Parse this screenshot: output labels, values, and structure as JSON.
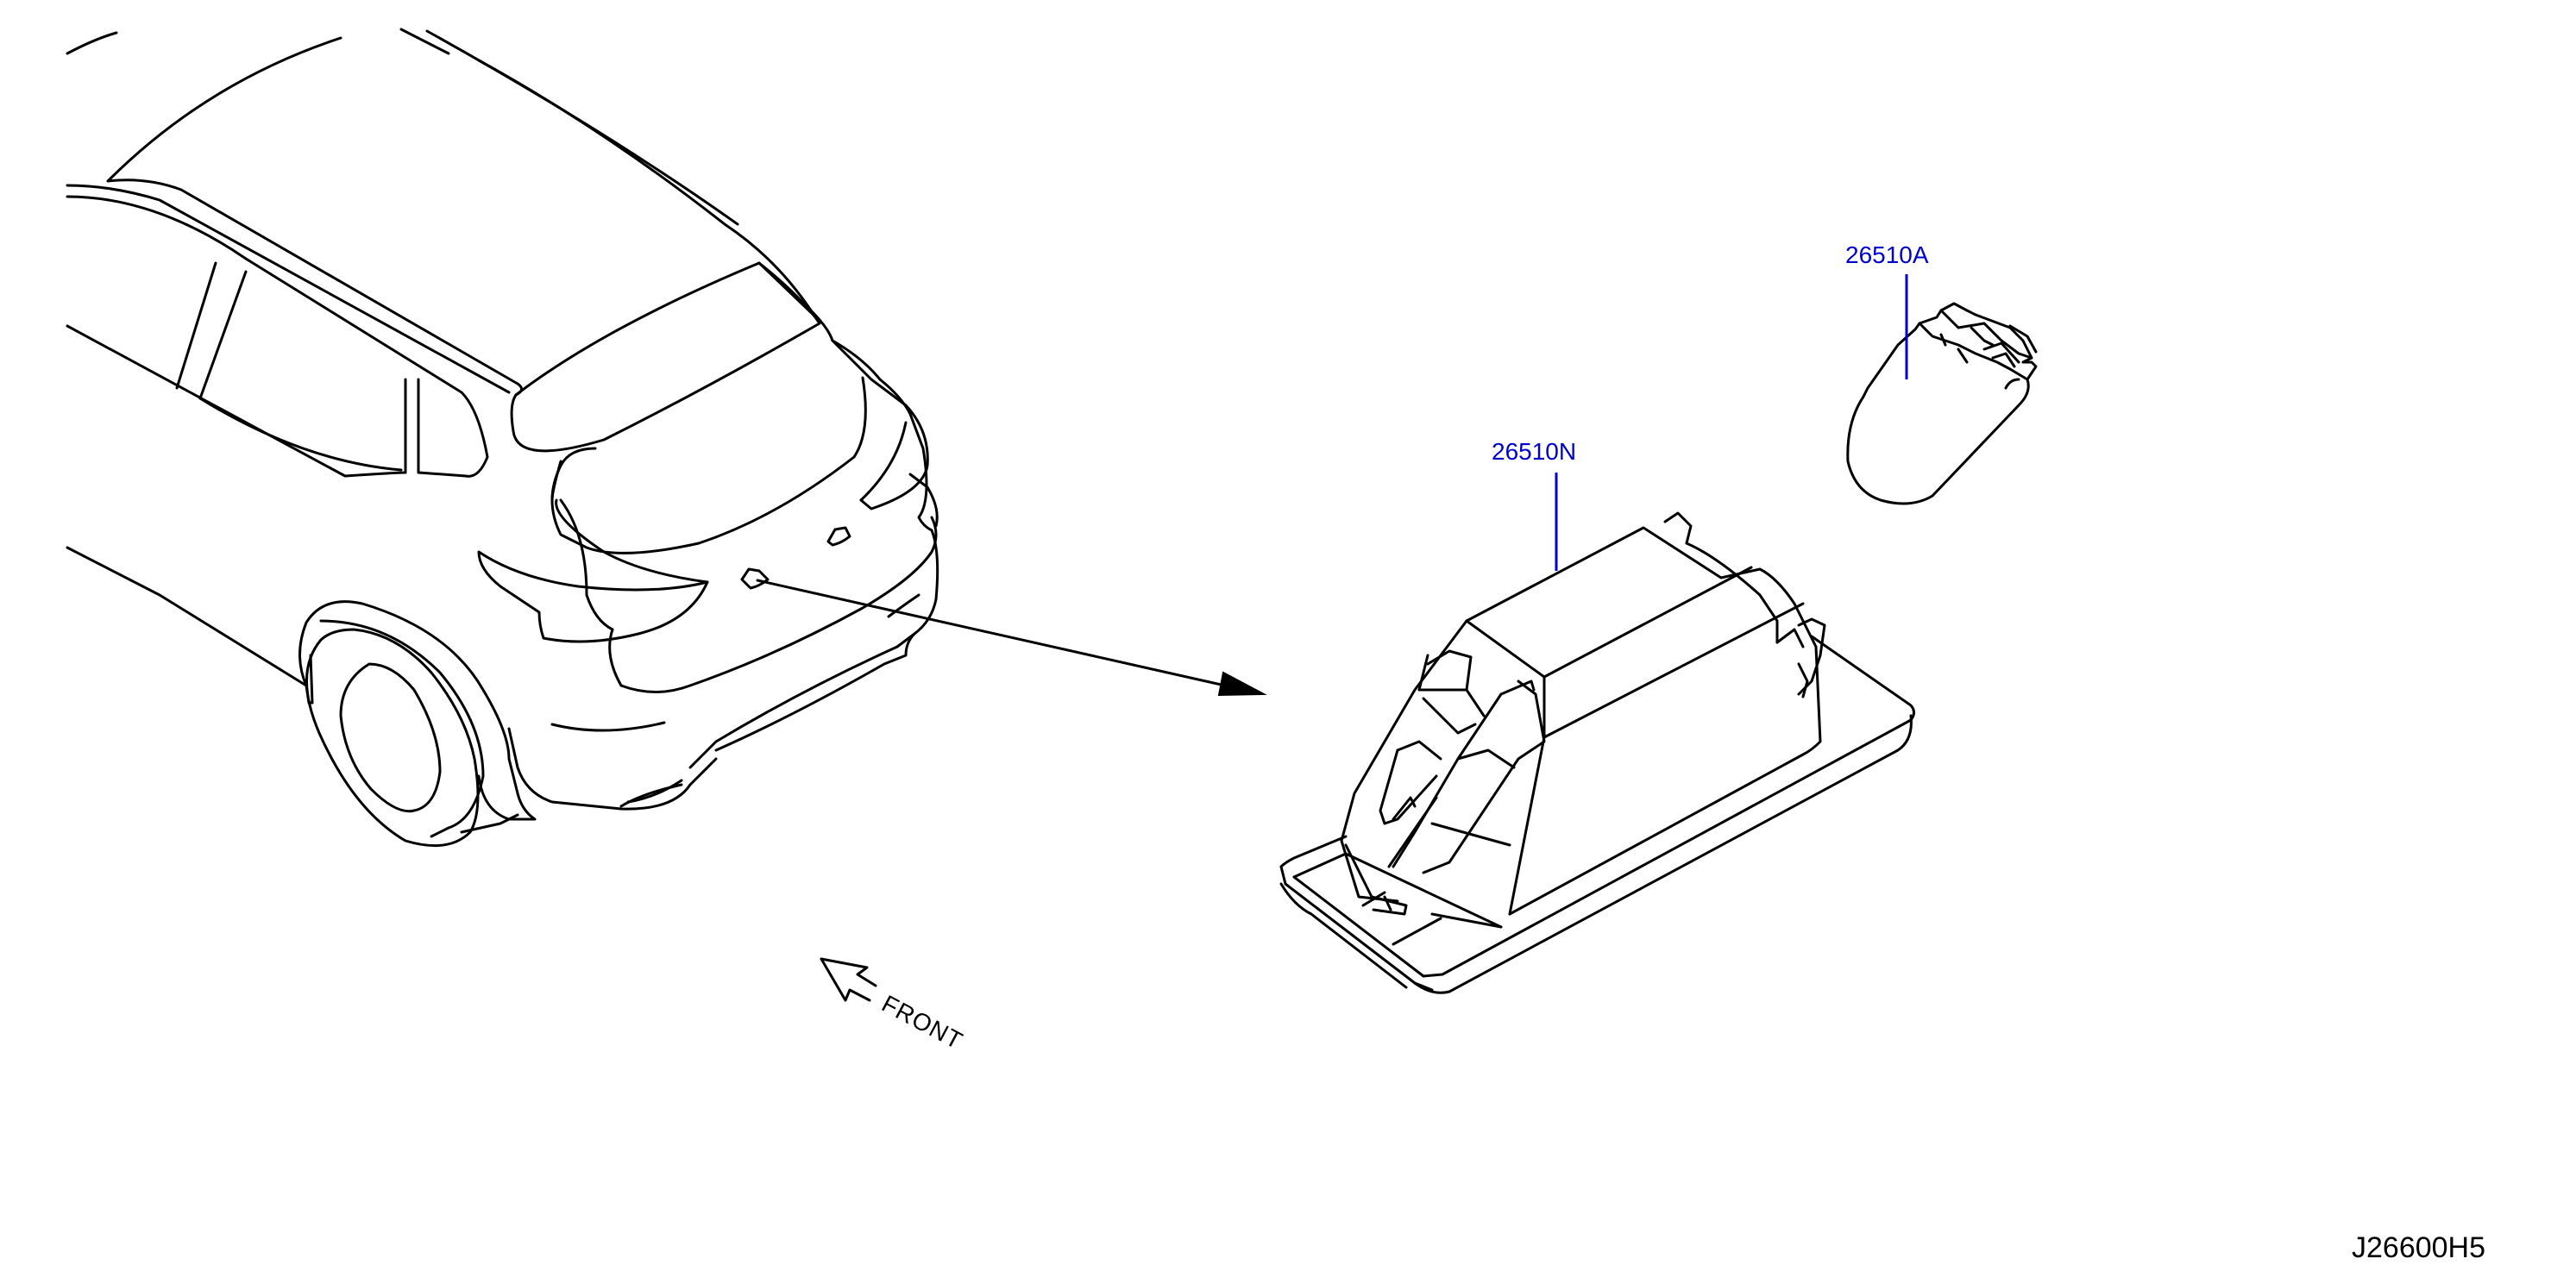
{
  "diagram": {
    "callout_color": "#0000cc",
    "line_color": "#000000",
    "background": "#ffffff",
    "parts": [
      {
        "part_number": "26510A",
        "description_icon": "bulb-icon"
      },
      {
        "part_number": "26510N",
        "description_icon": "lamp-assembly-icon"
      }
    ],
    "front_label": "FRONT",
    "diagram_id": "J26600H5"
  }
}
